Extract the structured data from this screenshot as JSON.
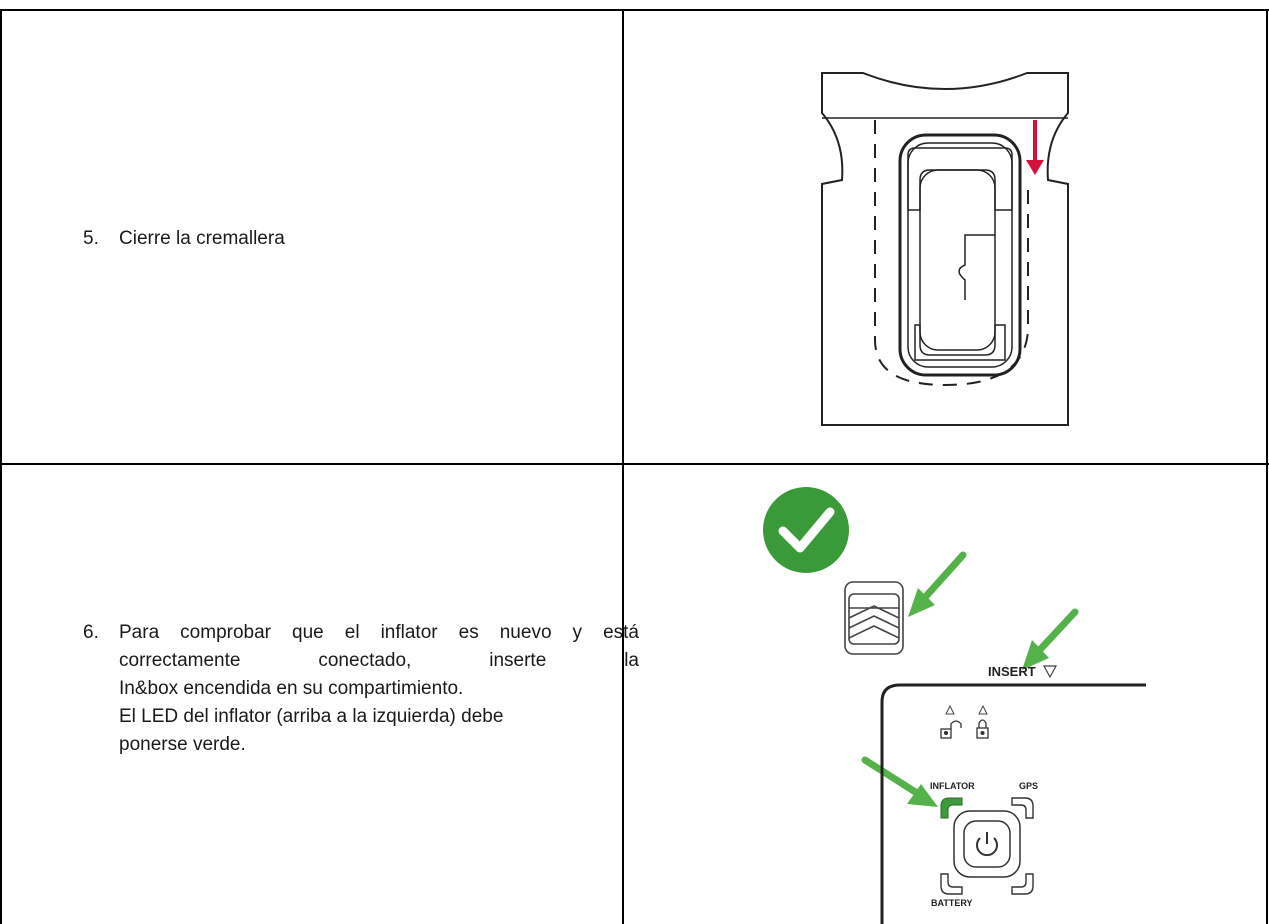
{
  "rows": [
    {
      "number": "5.",
      "text": "Cierre la cremallera"
    },
    {
      "number": "6.",
      "text_justified": "Para comprobar que el inflator es nuevo y está correctamente conectado, inserte la",
      "lines": [
        "In&box encendida en su compartimiento.",
        "El LED del inflator (arriba a la izquierda) debe",
        "ponerse verde."
      ]
    }
  ],
  "figure2": {
    "insert_label": "INSERT",
    "inflator_label": "INFLATOR",
    "gps_label": "GPS",
    "battery_label": "BATTERY"
  },
  "colors": {
    "check_green": "#3a9a3a",
    "arrow_green": "#55b24a",
    "led_green": "#3d9a3d",
    "arrow_red": "#d4103c"
  },
  "icons": [
    "checkmark-icon",
    "lock-open-icon",
    "lock-closed-icon",
    "power-icon",
    "arrow-down-icon"
  ]
}
